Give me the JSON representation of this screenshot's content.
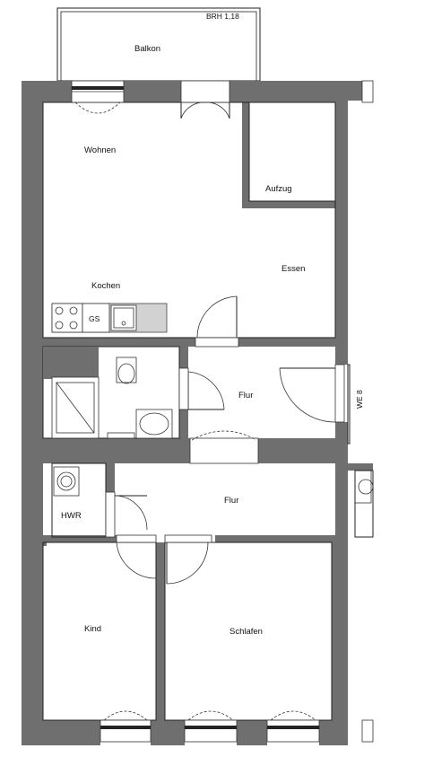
{
  "plan": {
    "rooms": {
      "balkon": "Balkon",
      "wohnen": "Wohnen",
      "aufzug": "Aufzug",
      "essen": "Essen",
      "kochen": "Kochen",
      "flur_upper": "Flur",
      "flur_lower": "Flur",
      "hwr": "HWR",
      "kind": "Kind",
      "schlafen": "Schlafen"
    },
    "annotations": {
      "brh": "BRH 1,18",
      "unit": "WE 8",
      "gs": "GS"
    }
  }
}
